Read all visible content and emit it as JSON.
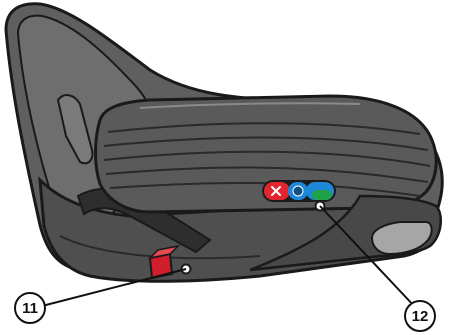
{
  "callouts": [
    {
      "number": "11",
      "label": "11"
    },
    {
      "number": "12",
      "label": "12"
    }
  ],
  "colors": {
    "shell_light": "#6f6f6f",
    "shell_mid": "#555555",
    "shell_dark": "#3b3b3b",
    "outline": "#1a1a1a",
    "indicator_red": "#e2262f",
    "indicator_blue": "#1e88d8",
    "indicator_green": "#1fa14a",
    "button_red": "#d01f2a"
  },
  "icons": {
    "indicator_red_symbol": "cross-icon"
  }
}
